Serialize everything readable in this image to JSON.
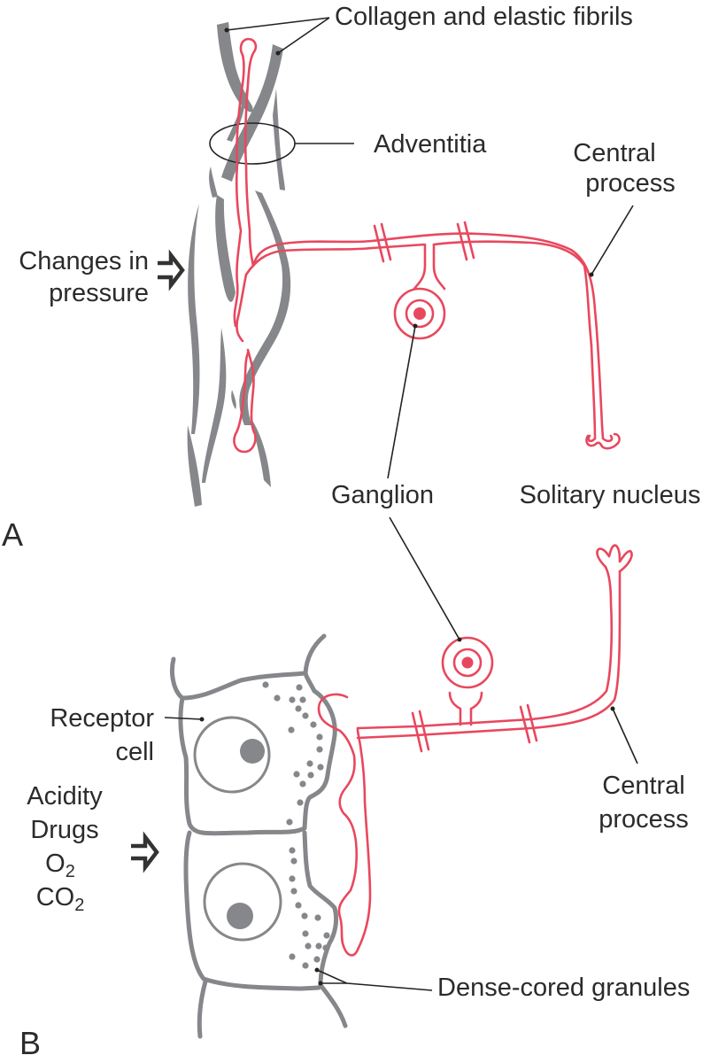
{
  "figure": {
    "colors": {
      "nerve": "#e8485e",
      "tissue": "#85878a",
      "text": "#2b2b2b"
    },
    "panel_a": {
      "panel_label": "A",
      "labels": {
        "fibrils": "Collagen and elastic fibrils",
        "adventitia": "Adventitia",
        "central_process_line1": "Central",
        "central_process_line2": "process",
        "stimulus_line1": "Changes in",
        "stimulus_line2": "pressure",
        "ganglion": "Ganglion",
        "solitary_nucleus": "Solitary nucleus"
      },
      "icons": [
        "stimulus-arrow-icon"
      ]
    },
    "panel_b": {
      "panel_label": "B",
      "labels": {
        "receptor_line1": "Receptor",
        "receptor_line2": "cell",
        "stimuli": [
          "Acidity",
          "Drugs"
        ],
        "o2_base": "O",
        "o2_sub": "2",
        "co2_base": "CO",
        "co2_sub": "2",
        "central_process_line1": "Central",
        "central_process_line2": "process",
        "granules": "Dense-cored granules"
      },
      "icons": [
        "stimulus-arrow-icon"
      ]
    }
  }
}
